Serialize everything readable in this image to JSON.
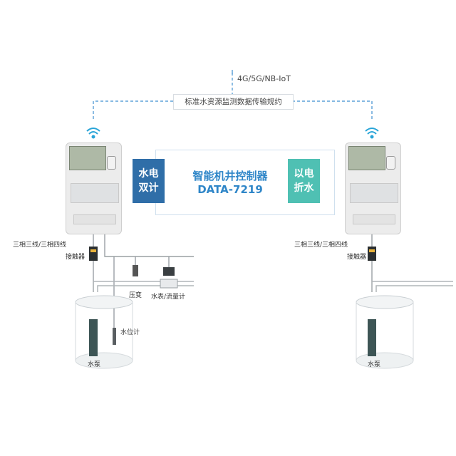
{
  "network": {
    "label": "4G/5G/NB-IoT"
  },
  "protocol": {
    "label": "标准水资源监测数据传输规约"
  },
  "controller": {
    "name": "智能机井控制器",
    "model": "DATA-7219",
    "left_badge": [
      "水电",
      "双计"
    ],
    "right_badge": [
      "以电",
      "折水"
    ]
  },
  "left_station": {
    "wiring_label": "三相三线/三相四线",
    "contactor_label": "接触器",
    "pressure_label": "压变",
    "flow_label": "水表/流量计",
    "level_label": "水位计",
    "pump_label": "水泵"
  },
  "right_station": {
    "wiring_label": "三相三线/三相四线",
    "contactor_label": "接触器",
    "pump_label": "水泵"
  },
  "colors": {
    "dashed_link": "#3f8fd0",
    "badge_left": "#2f6ea8",
    "badge_right": "#4fc0b3",
    "title": "#2f86c8",
    "wifi": "#2aa5d8"
  }
}
